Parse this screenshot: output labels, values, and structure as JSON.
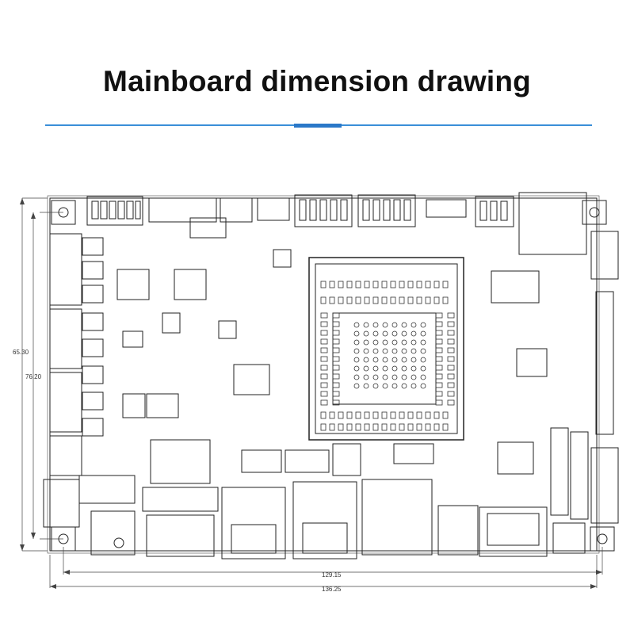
{
  "header": {
    "title": "Mainboard dimension drawing"
  },
  "colors": {
    "title": "#111111",
    "rule": "#3a8fd8",
    "rule_accent": "#2a78c8",
    "line": "#222222",
    "dim_line": "#444444"
  },
  "dimensions": {
    "height_outer": "65.30",
    "height_inner": "76.20",
    "width_inner": "129.15",
    "width_outer": "136.25"
  },
  "icons": {
    "mounting_hole": "mounting-hole-icon",
    "cpu": "cpu-chip-icon",
    "ethernet": "ethernet-port-icon",
    "usb": "usb-port-icon",
    "hdmi": "hdmi-port-icon",
    "header": "pin-header-icon"
  }
}
